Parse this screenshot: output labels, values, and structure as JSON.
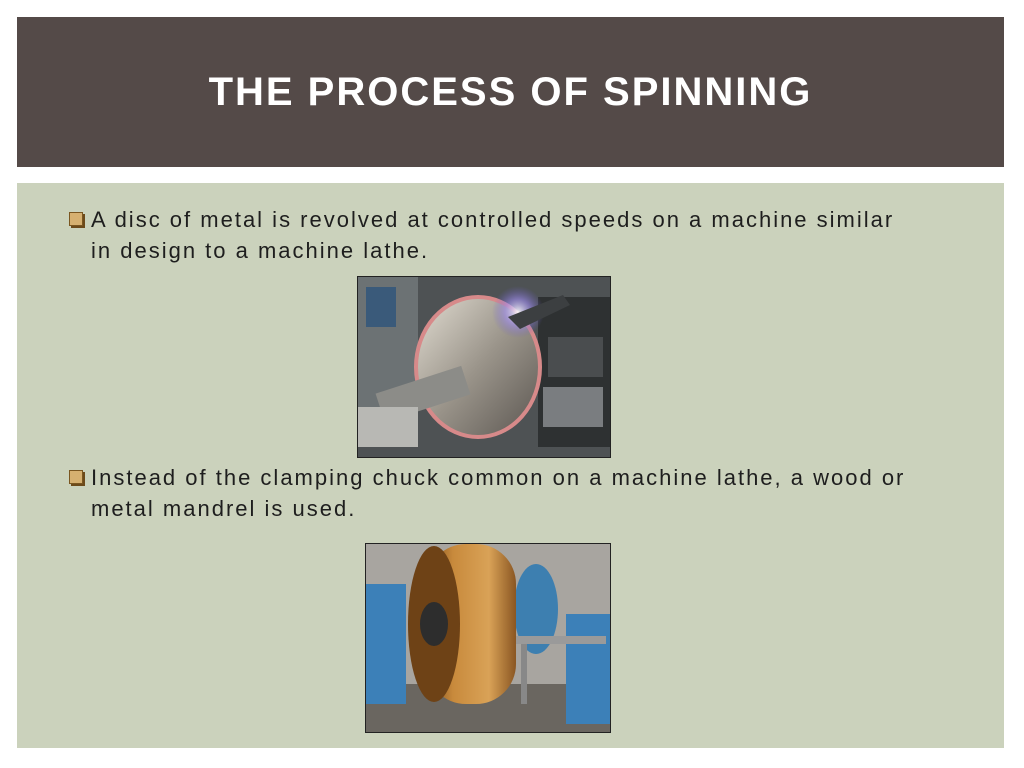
{
  "slide": {
    "title": "The Process of Spinning",
    "bullets": [
      {
        "text": "A disc of metal is revolved at controlled speeds on a machine similar in design to a machine lathe."
      },
      {
        "text": "Instead of the clamping chuck common on a machine lathe, a wood or metal mandrel is used."
      }
    ],
    "images": [
      {
        "subject": "spinning lathe with metal disc"
      },
      {
        "subject": "wooden mandrel on lathe"
      }
    ]
  },
  "colors": {
    "title_bar": "#544a48",
    "title_text": "#ffffff",
    "content_bg": "#cbd2bc",
    "bullet_marker": "#d6b070"
  }
}
